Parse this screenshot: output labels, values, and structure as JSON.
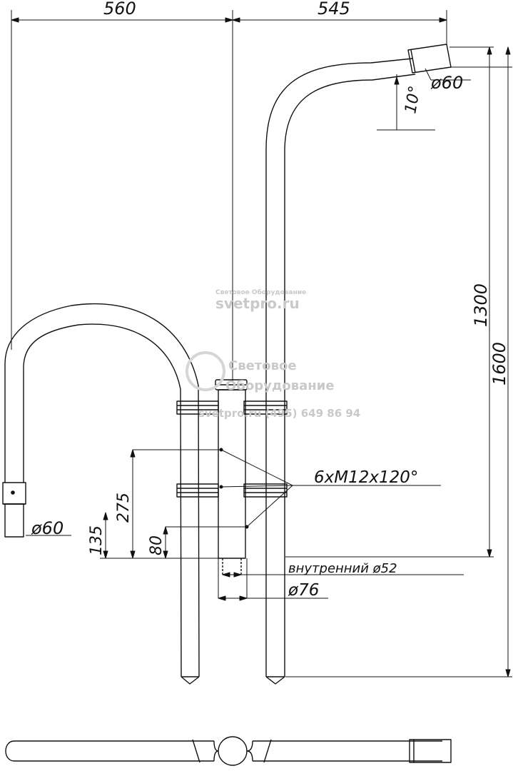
{
  "dimensions": {
    "top_left": "560",
    "top_right": "545",
    "right_diam": "ø60",
    "angle": "10°",
    "height_1300": "1300",
    "height_1600": "1600",
    "left_diam": "ø60",
    "d135": "135",
    "d275": "275",
    "d80": "80",
    "bolts": "6xM12x120°",
    "inner_diam": "внутренний ø52",
    "outer_diam": "ø76"
  },
  "watermark": {
    "brand_small": "Световое Оборудование",
    "site": "svetpro.ru",
    "brand_line1": "Световое",
    "brand_line2": "Оборудование",
    "phone": "svetpro.ru  (495) 649 86 94"
  },
  "colors": {
    "line": "#111111",
    "watermark": "#c9c9c9",
    "background": "#ffffff"
  }
}
